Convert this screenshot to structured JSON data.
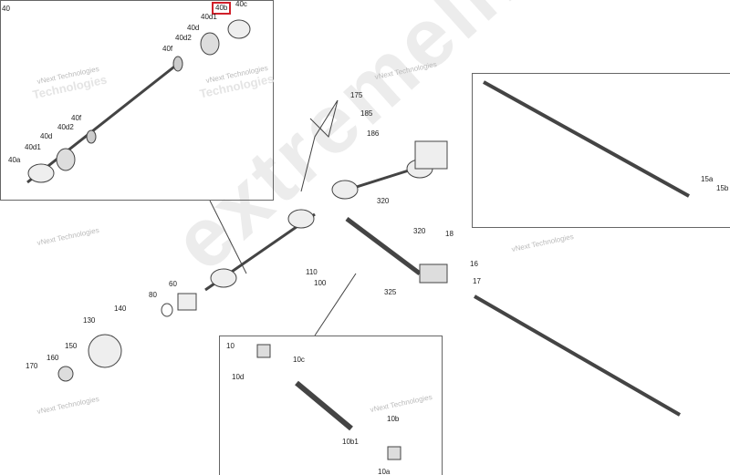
{
  "watermark": {
    "site": "extremelife.hu",
    "brand_line1": "vNext Technologies",
    "brand_line2": "Technologies"
  },
  "insets": {
    "front_axle": {
      "title": "40",
      "labels": [
        "40b",
        "40c",
        "40d1",
        "40d",
        "40d2",
        "40f",
        "40f",
        "40d2",
        "40d",
        "40d1",
        "40a"
      ]
    },
    "propshaft": {
      "title": "10",
      "labels": [
        "10c",
        "10d",
        "10b",
        "10b1",
        "10a"
      ]
    }
  },
  "main_labels": [
    "175",
    "185",
    "186",
    "320",
    "320",
    "18",
    "16",
    "17",
    "325",
    "110",
    "100",
    "140",
    "80",
    "60",
    "130",
    "150",
    "160",
    "170",
    "15a",
    "15b"
  ],
  "highlight_color": "#d0202a"
}
